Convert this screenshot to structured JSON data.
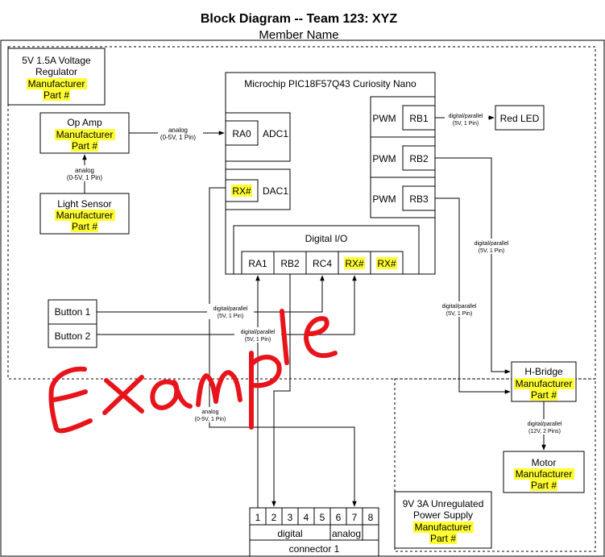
{
  "title": "Block Diagram -- Team 123: XYZ",
  "subtitle": "Member Name",
  "highlight_color": "#ffff33",
  "stamp_color": "#e8141b",
  "stamp_text": "Example",
  "blocks": {
    "regulator": {
      "line1": "5V 1.5A Voltage",
      "line2": "Regulator",
      "mfr": "Manufacturer",
      "part": "Part #"
    },
    "opamp": {
      "line1": "Op Amp",
      "mfr": "Manufacturer",
      "part": "Part #"
    },
    "light_sensor": {
      "line1": "Light Sensor",
      "mfr": "Manufacturer",
      "part": "Part #"
    },
    "mcu": {
      "title": "Microchip PIC18F57Q43 Curiosity Nano",
      "ra0": "RA0",
      "adc1": "ADC1",
      "rx_dac": "RX#",
      "dac1": "DAC1",
      "pwm1": "PWM",
      "rb1": "RB1",
      "pwm2": "PWM",
      "rb2": "RB2",
      "pwm3": "PWM",
      "rb3": "RB3",
      "digital_io": "Digital I/O",
      "pins": [
        "RA1",
        "RB2",
        "RC4",
        "RX#",
        "RX#"
      ]
    },
    "red_led": "Red LED",
    "button1": "Button 1",
    "button2": "Button 2",
    "hbridge": {
      "line1": "H-Bridge",
      "mfr": "Manufacturer",
      "part": "Part #"
    },
    "motor": {
      "line1": "Motor",
      "mfr": "Manufacturer",
      "part": "Part #"
    },
    "supply": {
      "line1": "9V 3A Unregulated",
      "line2": "Power Supply",
      "mfr": "Manufacturer",
      "part": "Part #"
    },
    "connector": {
      "pins": [
        "1",
        "2",
        "3",
        "4",
        "5",
        "6",
        "7",
        "8"
      ],
      "digital": "digital",
      "analog": "analog",
      "label": "connector 1"
    }
  },
  "edge_labels": {
    "opamp_to_ra0": {
      "l1": "analog",
      "l2": "(0-5V, 1 Pin)"
    },
    "sensor_to_opamp": {
      "l1": "analog",
      "l2": "(0-5V, 1 Pin)"
    },
    "rb1_to_led": {
      "l1": "digital/parallel",
      "l2": "(5V, 1 Pin)"
    },
    "rb2_to_hbridge": {
      "l1": "digital/parallel",
      "l2": "(5V, 1 Pin)"
    },
    "rb3_to_hbridge": {
      "l1": "digital/parallel",
      "l2": "(5V, 1 Pin)"
    },
    "button1": {
      "l1": "digital/parallel",
      "l2": "(5V, 1 Pin)"
    },
    "button2": {
      "l1": "digital/parallel",
      "l2": "(5V, 1 Pin)"
    },
    "dac_to_connector": {
      "l1": "analog",
      "l2": "(0-5V, 1 Pin)"
    },
    "hbridge_to_motor": {
      "l1": "digital/parallel",
      "l2": "(12V, 2 Pins)"
    }
  }
}
